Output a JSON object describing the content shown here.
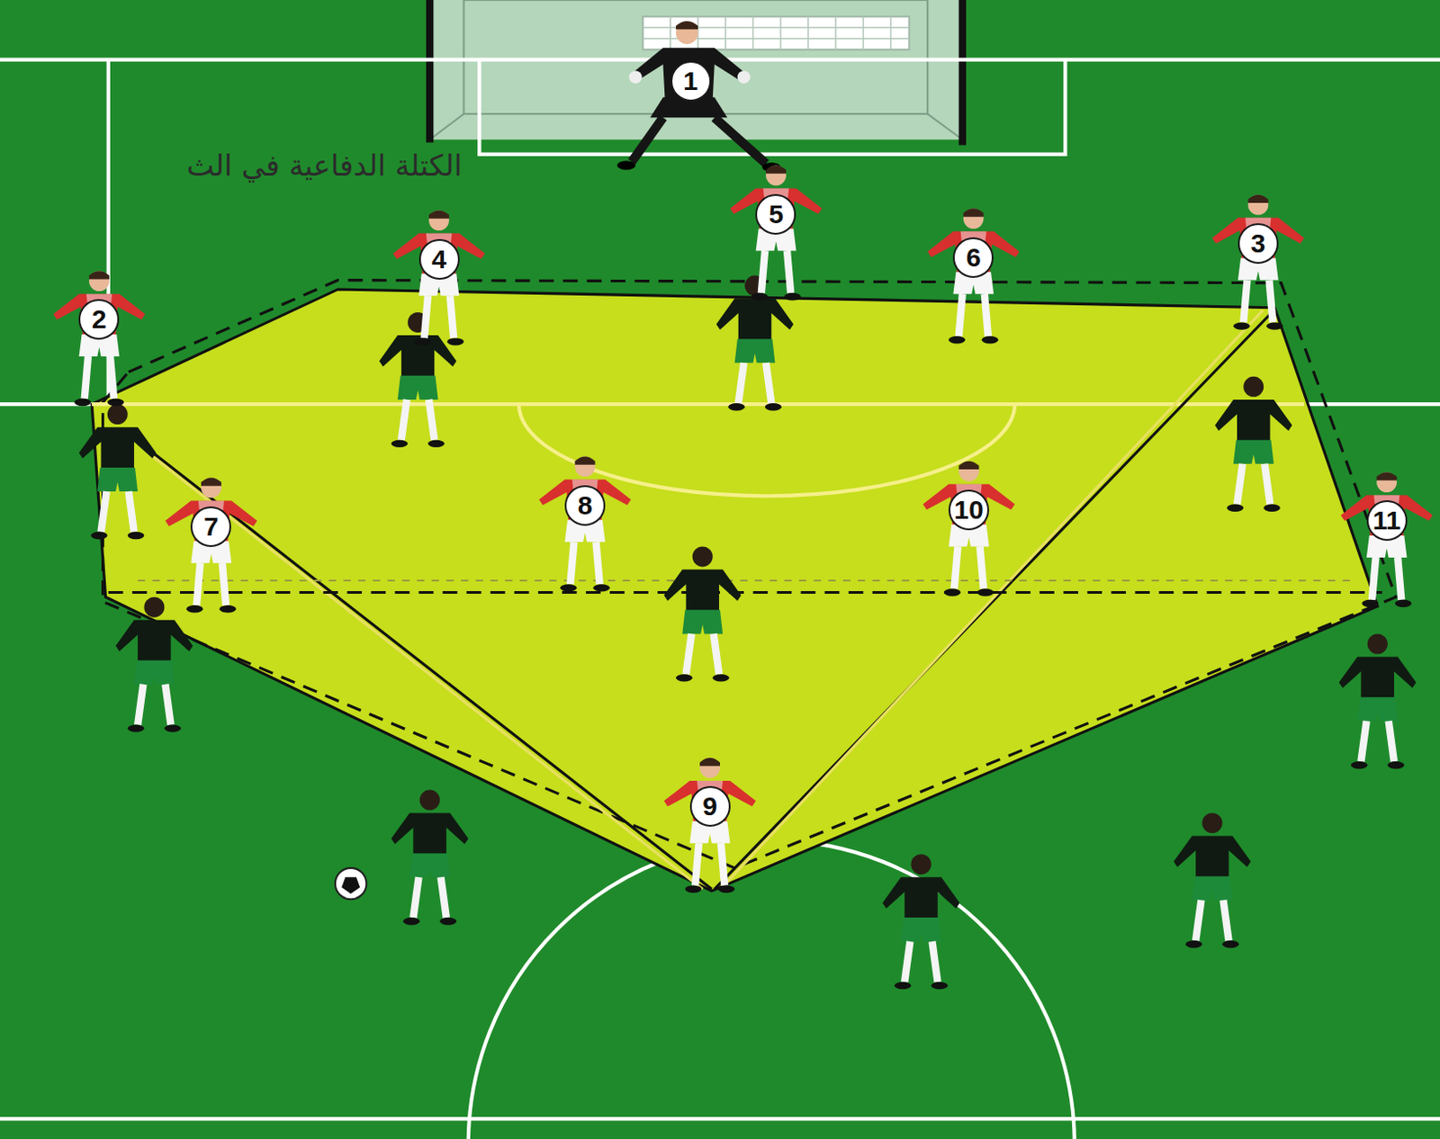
{
  "diagram": {
    "title": "الكتلة الدفاعية في الث",
    "labels": [
      "1",
      "2",
      "3",
      "4",
      "5",
      "6",
      "7",
      "8",
      "9",
      "10",
      "11"
    ]
  }
}
